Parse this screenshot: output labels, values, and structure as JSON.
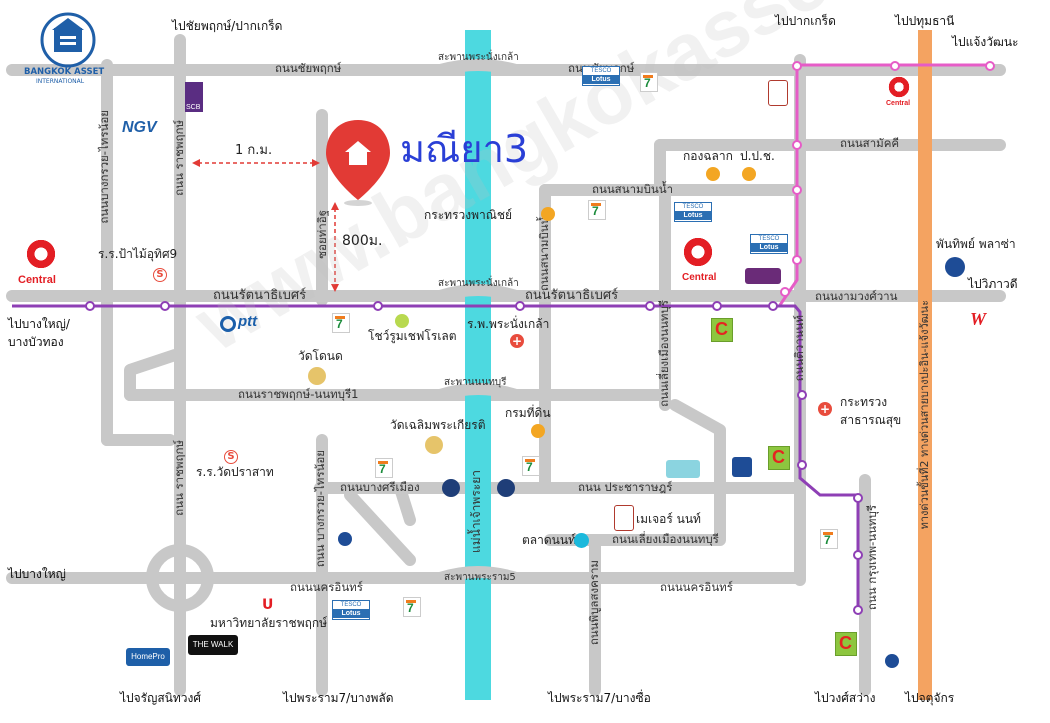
{
  "title": "มณียา3",
  "logo": {
    "text": "BANGKOK ASSET",
    "sub": "INTERNATIONAL"
  },
  "watermark": "www.bangkokasset.com",
  "distances": {
    "km": "1 ก.ม.",
    "m": "800ม."
  },
  "directions": {
    "top_left": "ไปชัยพฤกษ์/ปากเกร็ด",
    "top_mid": "ไปปากเกร็ด",
    "top_right1": "ไปปทุมธานี",
    "top_right2": "ไปแจ้งวัฒนะ",
    "left_mid": "ไปบางใหญ่/",
    "left_mid2": "บางบัวทอง",
    "left_low": "ไปบางใหญ่",
    "right_mid": "ไปวิภาวดี",
    "bottom1": "ไปจรัญสนิทวงศ์",
    "bottom2": "ไปพระราม7/บางพลัด",
    "bottom3": "ไปพระราม7/บางซื่อ",
    "bottom4": "ไปวงศ์สว่าง",
    "bottom5": "ไปจตุจักร"
  },
  "roads": {
    "chaiyaphruek_left": "ถนนชัยพฤกษ์",
    "chaiyaphruek_right": "ถนนชัยพฤกษ์",
    "bridge_top": "สะพานพระนั่งเกล้า",
    "samakkhi": "ถนนสามัคคี",
    "sanambinnam": "ถนนสนามบินน้ำ",
    "rattanathibet_left": "ถนนรัตนาธิเบศร์",
    "rattanathibet_right": "ถนนรัตนาธิเบศร์",
    "bridge_mid": "สะพานพระนั่งเกล้า",
    "ngamwongwan": "ถนนงามวงศ์วาน",
    "ratchaphruek_nonthaburi": "ถนนราชพฤกษ์-นนทบุรี1",
    "bridge_nonthaburi": "สะพานนนทบุรี",
    "bangsrimuang": "ถนนบางศรีเมือง",
    "pracharat": "ถนน ประชาราษฎร์",
    "liangmuang_nonthaburi": "ถนนเลี่ยงเมืองนนทบุรี",
    "nakhonin_left": "ถนนนครอินทร์",
    "bridge_phraram5": "สะพานพระราม5",
    "nakhonin_right": "ถนนนครอินทร์",
    "chaophraya": "แม่น้ำเจ้าพระยา",
    "bangkruai_sainoi": "ถนนบางกรวย-ไทรน้อย",
    "ratchaphruek": "ถนน ราชพฤกษ์",
    "ratchaphruek2": "ถนน ราชพฤกษ์",
    "bangkruai_sainoi2": "ถนน บางกรวย-ไทรน้อย",
    "soi_tha_it": "ซอยท่าอิฐ",
    "sanambinnam_v": "ถนนสนามบินน้ำ",
    "liangmuang_v": "ถนนเลี่ยงเมืองนนทบุรี",
    "tiwanon": "ถนนติวานนท์",
    "phibunsongkhram": "ถนนพิบูลสงคราม",
    "krungthep_nonthaburi": "ถนน กรุงเทพ-นนทบุรี",
    "chaengwattana_express": "ทางด่วนขั้นที่2 ทางด่วนสายบางปะอิน-แจ้งวัฒนะ"
  },
  "places": {
    "ngv": "NGV",
    "scb": "SCB",
    "school1": "ร.ร.ป้าไม้อุทิศ9",
    "central_left": "Central",
    "ptt": "ptt",
    "showroom": "โชว์รูมเชฟโรเลต",
    "wat_done": "วัดโดนด",
    "kongslak": "กองฉลาก",
    "popo": "ป.ป.ช.",
    "commerce": "กระทรวงพาณิชย์",
    "central_mid": "Central",
    "phanthip": "พันทิพย์ พลาซ่า",
    "central_right": "Central",
    "hospital": "ร.พ.พระนั่งเกล้า",
    "wat_chaloem": "วัดเฉลิมพระเกียรติ",
    "land_dept": "กรมที่ดิน",
    "health_min1": "กระทรวง",
    "health_min2": "สาธารณสุข",
    "school2": "ร.ร.วัดปราสาท",
    "major": "เมเจอร์ นนท์",
    "market": "ตลาดนนท์",
    "university": "มหาวิทยาลัยราชพฤกษ์",
    "walk": "THE WALK",
    "homepro": "HomePro",
    "tesco": "TESCO",
    "lotus": "Lotus"
  },
  "colors": {
    "road": "#c8c8c8",
    "river": "#4dd9e0",
    "purple_line": "#8e3fb5",
    "pink_line": "#e65cc7",
    "expressway": "#f4a361",
    "title": "#2a3fd6",
    "pin": "#e23a35"
  }
}
